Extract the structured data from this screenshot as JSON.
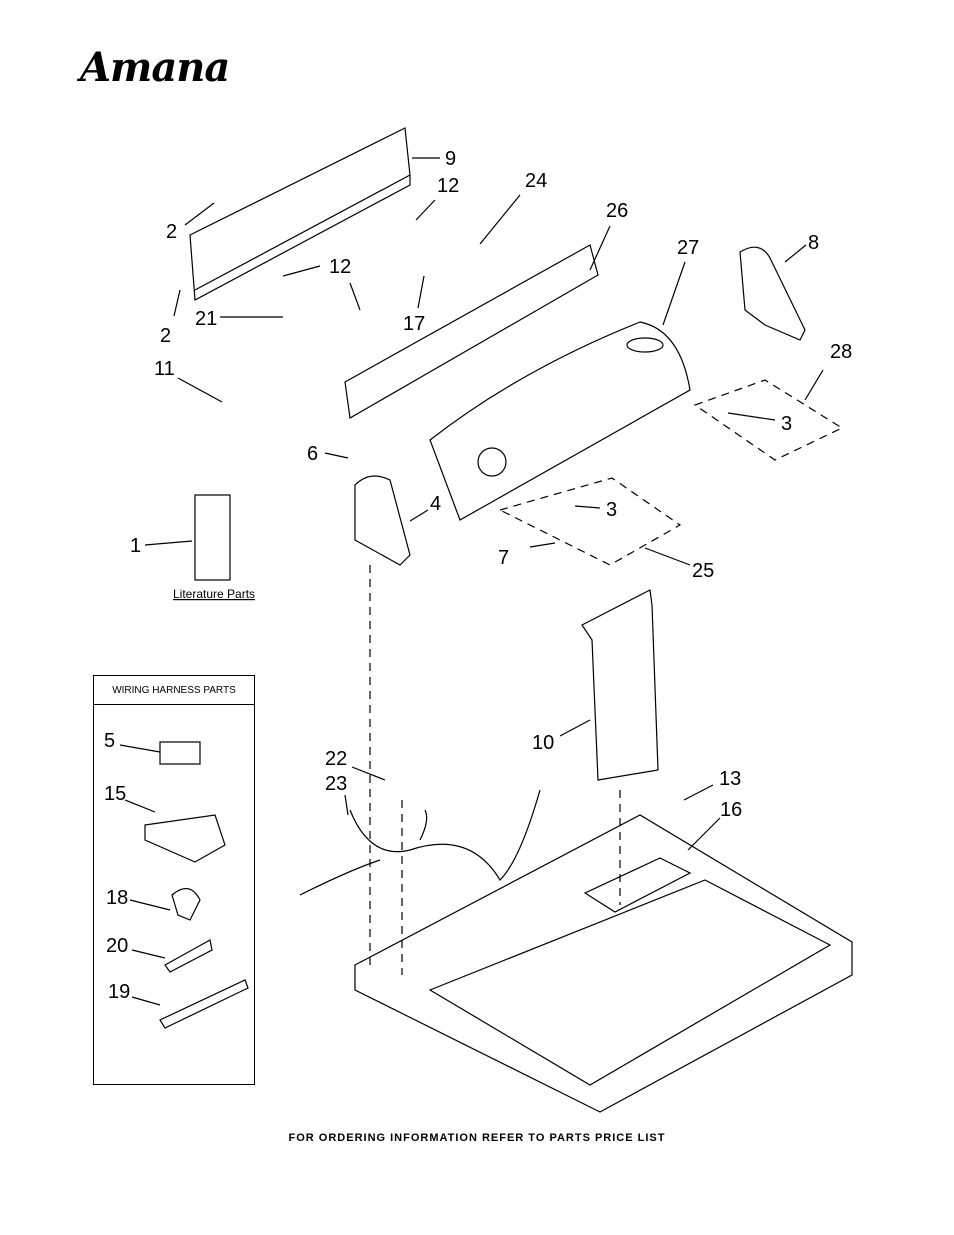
{
  "brand": {
    "logo_text": "Amana"
  },
  "literature": {
    "label": "Literature Parts"
  },
  "harness_box": {
    "title": "WIRING HARNESS PARTS"
  },
  "footer": {
    "text": "FOR ORDERING INFORMATION REFER TO PARTS PRICE LIST"
  },
  "callouts": {
    "c1": "1",
    "c2a": "2",
    "c2b": "2",
    "c3a": "3",
    "c3b": "3",
    "c4": "4",
    "c5": "5",
    "c6": "6",
    "c7": "7",
    "c8": "8",
    "c9": "9",
    "c10": "10",
    "c11": "11",
    "c12a": "12",
    "c12b": "12",
    "c13": "13",
    "c15": "15",
    "c16": "16",
    "c17": "17",
    "c18": "18",
    "c19": "19",
    "c20": "20",
    "c21": "21",
    "c22": "22",
    "c23": "23",
    "c24": "24",
    "c25": "25",
    "c26": "26",
    "c27": "27",
    "c28": "28"
  }
}
